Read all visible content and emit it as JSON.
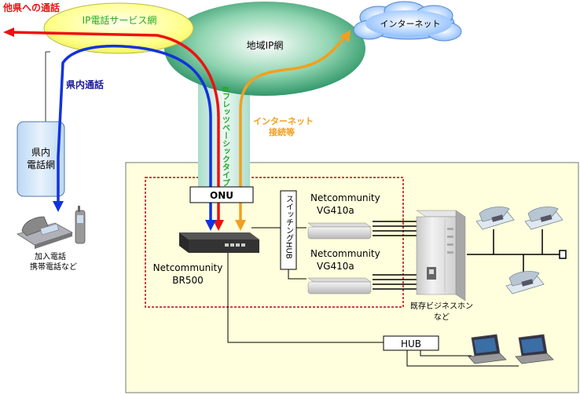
{
  "labels": {
    "other_pref_call": "他県への通話",
    "ip_phone_network": "IP電話サービス網",
    "regional_ip_network": "地域IP網",
    "internet": "インターネット",
    "in_pref_call": "県内通話",
    "pref_phone_network_line1": "県内",
    "pref_phone_network_line2": "電話網",
    "phones_line1": "加入電話",
    "phones_line2": "携帯電話など",
    "bflets": "Bフレッツベーシックタイプ",
    "internet_connection_line1": "インターネット",
    "internet_connection_line2": "接続等",
    "onu": "ONU",
    "switching_hub": "スイッチングHUB",
    "vg410a_top_line1": "Netcommunity",
    "vg410a_top_line2": "VG410a",
    "vg410a_bottom_line1": "Netcommunity",
    "vg410a_bottom_line2": "VG410a",
    "br500_line1": "Netcommunity",
    "br500_line2": "BR500",
    "pbx_line1": "既存ビジネスホン",
    "pbx_line2": "など",
    "hub": "HUB"
  },
  "colors": {
    "red_route": "#ee1111",
    "blue_route": "#1133dd",
    "orange_route": "#f0a020",
    "green_text": "#22aa22",
    "navy_text": "#1a1a9a",
    "ip_ellipse": "#ffff88",
    "regional_ellipse": "#2e9a6a",
    "cloud": "#99ccff",
    "premises_bg": "#ffffdd",
    "dashed_border": "#cc4444"
  }
}
